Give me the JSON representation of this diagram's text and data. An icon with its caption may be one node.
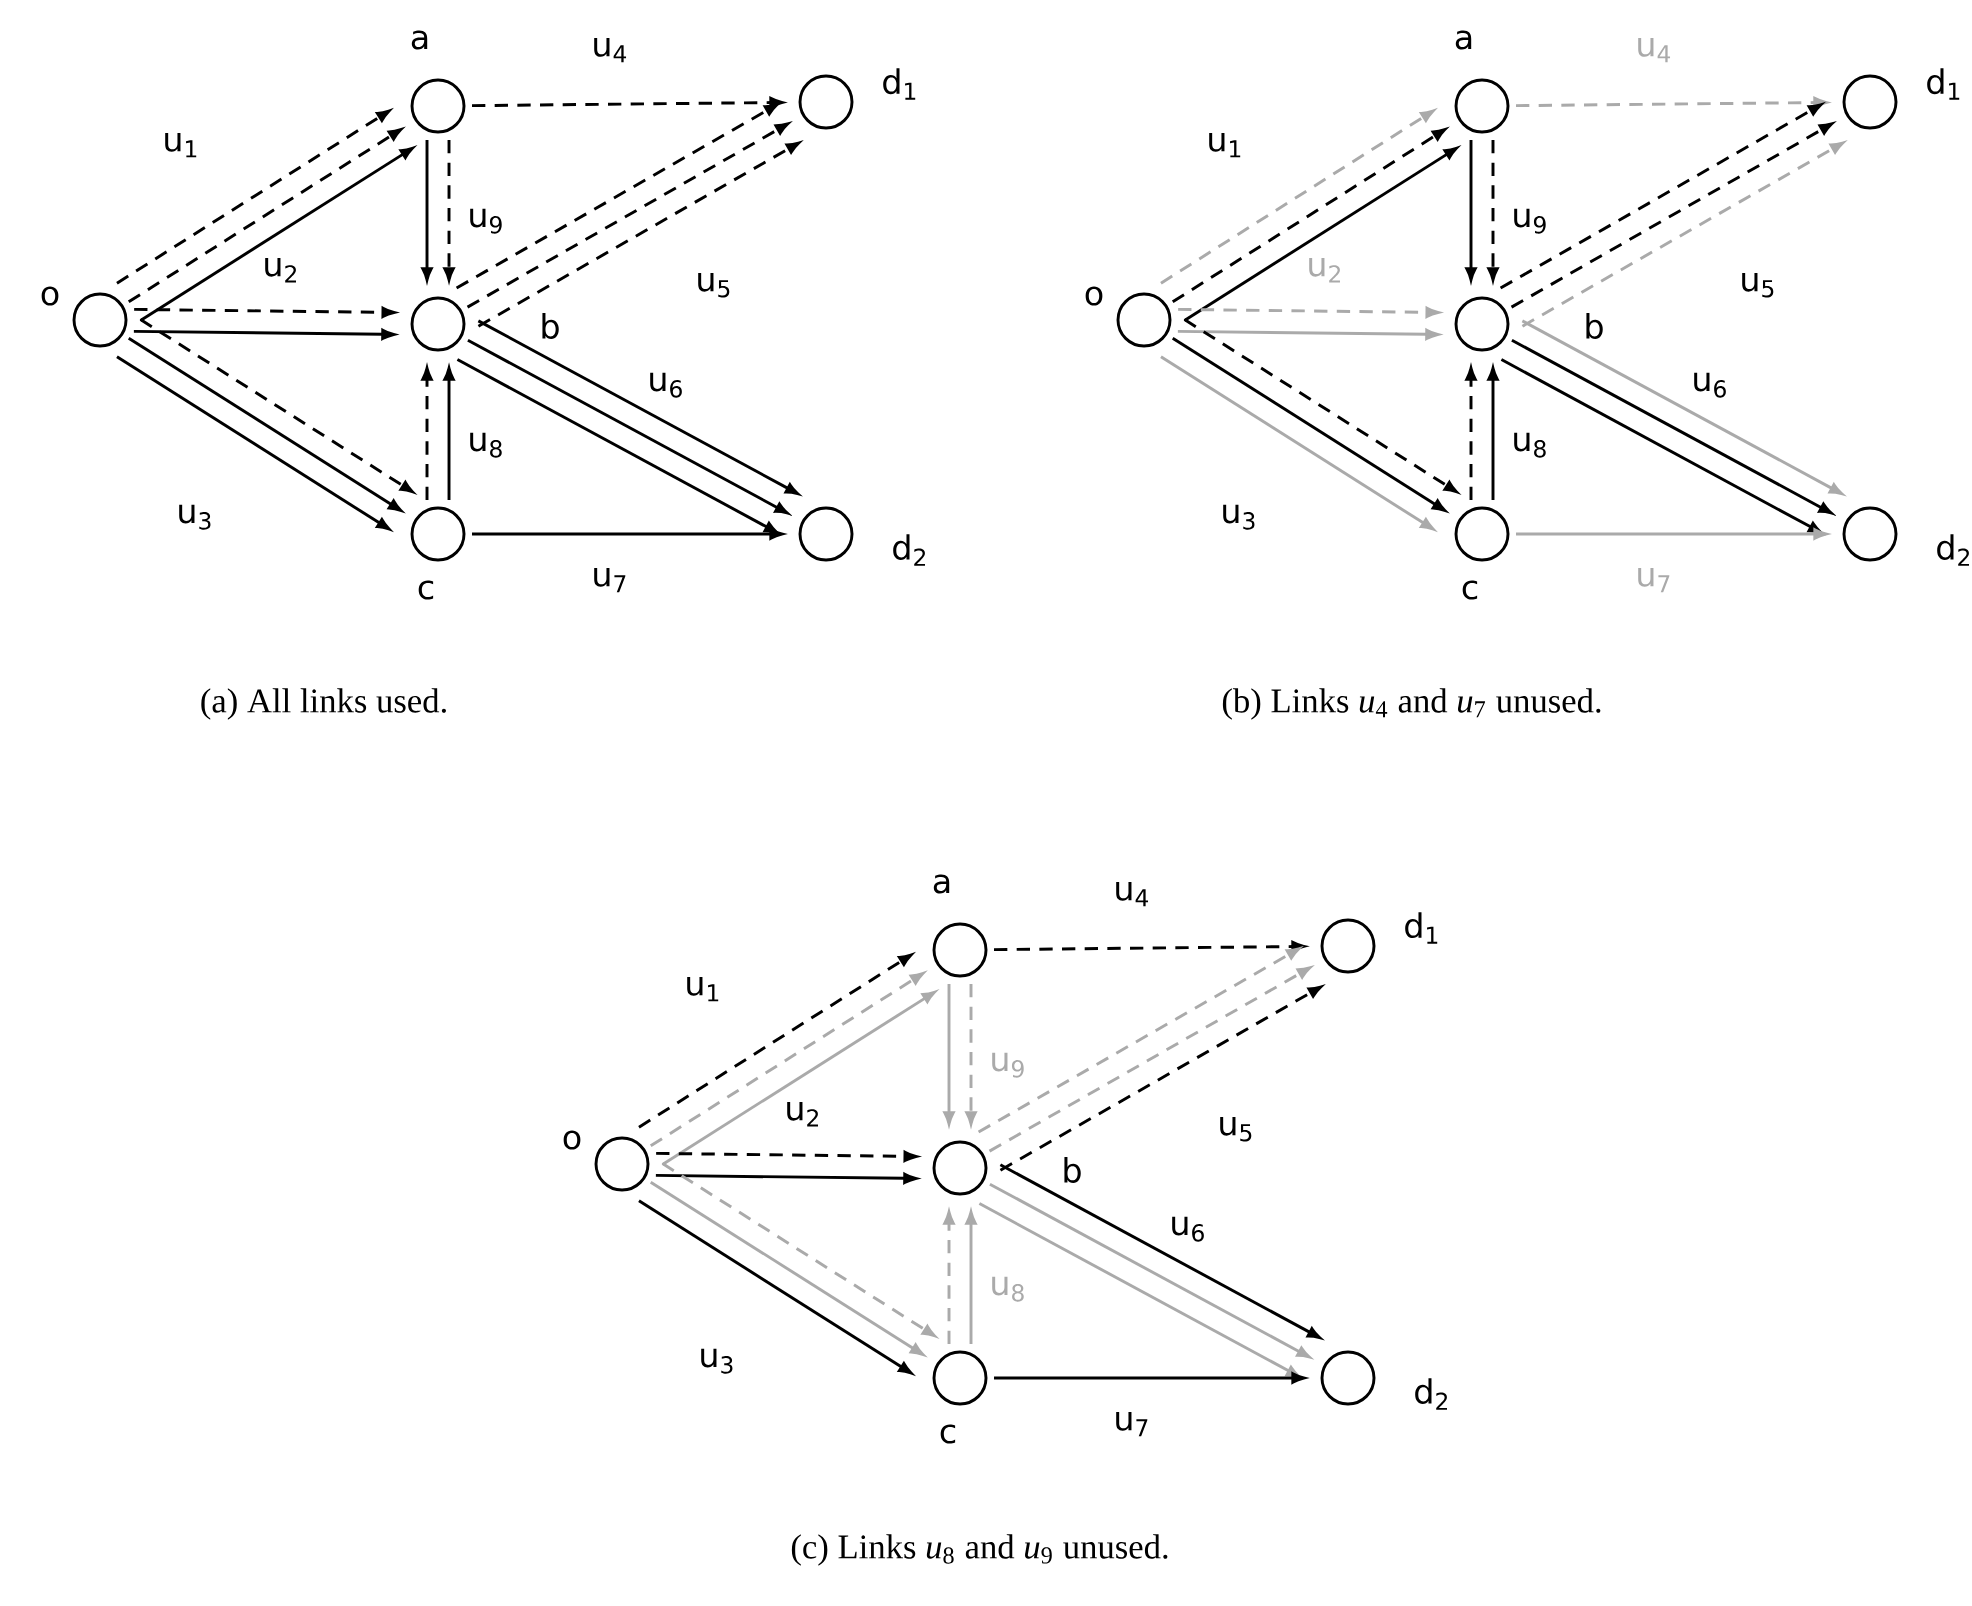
{
  "diagram": {
    "nodes": [
      {
        "text": [],
        "shape": "circle",
        "beside": [
          "o"
        ]
      },
      {
        "text": [],
        "shape": "circle",
        "beside": [
          "a"
        ]
      },
      {
        "text": [],
        "shape": "circle",
        "beside": [
          "b"
        ]
      },
      {
        "text": [],
        "shape": "circle",
        "beside": [
          "c"
        ]
      },
      {
        "text": [],
        "shape": "circle",
        "beside": [
          "d$_{1}$"
        ]
      },
      {
        "text": [],
        "shape": "circle",
        "beside": [
          "d$_{2}$"
        ]
      },
      {
        "text": [],
        "shape": "circle",
        "beside": [
          "o"
        ]
      },
      {
        "text": [],
        "shape": "circle",
        "beside": [
          "a"
        ]
      },
      {
        "text": [],
        "shape": "circle",
        "beside": [
          "b"
        ]
      },
      {
        "text": [],
        "shape": "circle",
        "beside": [
          "c"
        ]
      },
      {
        "text": [],
        "shape": "circle",
        "beside": [
          "d$_{1}$"
        ]
      },
      {
        "text": [],
        "shape": "circle",
        "beside": [
          "d$_{2}$"
        ]
      },
      {
        "text": [],
        "shape": "circle",
        "beside": [
          "o"
        ]
      },
      {
        "text": [],
        "shape": "circle",
        "beside": [
          "a"
        ]
      },
      {
        "text": [],
        "shape": "circle",
        "beside": [
          "b"
        ]
      },
      {
        "text": [],
        "shape": "circle",
        "beside": [
          "c"
        ]
      },
      {
        "text": [],
        "shape": "circle",
        "beside": [
          "d$_{1}$"
        ]
      },
      {
        "text": [],
        "shape": "circle",
        "beside": [
          "d$_{2}$"
        ]
      }
    ],
    "edges": [
      {
        "from": 0,
        "to": 1,
        "arrow": "to",
        "style": "dashed",
        "label": "u$_{1}$"
      },
      {
        "from": 0,
        "to": 1,
        "arrow": "to",
        "style": "dashed"
      },
      {
        "from": 0,
        "to": 1,
        "arrow": "to"
      },
      {
        "from": 0,
        "to": 2,
        "arrow": "to",
        "style": "dashed",
        "label": "u$_{2}$"
      },
      {
        "from": 0,
        "to": 2,
        "arrow": "to"
      },
      {
        "from": 0,
        "to": 3,
        "arrow": "to",
        "style": "dashed"
      },
      {
        "from": 0,
        "to": 3,
        "arrow": "to"
      },
      {
        "from": 0,
        "to": 3,
        "arrow": "to",
        "label": "u$_{3}$"
      },
      {
        "from": 1,
        "to": 4,
        "arrow": "to",
        "style": "dashed",
        "label": "u$_{4}$"
      },
      {
        "from": 2,
        "to": 4,
        "arrow": "to",
        "style": "dashed"
      },
      {
        "from": 2,
        "to": 4,
        "arrow": "to",
        "style": "dashed"
      },
      {
        "from": 2,
        "to": 4,
        "arrow": "to",
        "style": "dashed",
        "label": "u$_{5}$"
      },
      {
        "from": 2,
        "to": 5,
        "arrow": "to",
        "label": "u$_{6}$"
      },
      {
        "from": 2,
        "to": 5,
        "arrow": "to"
      },
      {
        "from": 2,
        "to": 5,
        "arrow": "to"
      },
      {
        "from": 3,
        "to": 5,
        "arrow": "to",
        "label": "u$_{7}$"
      },
      {
        "from": 3,
        "to": 2,
        "arrow": "to",
        "style": "dashed"
      },
      {
        "from": 3,
        "to": 2,
        "arrow": "to",
        "label": "u$_{8}$"
      },
      {
        "from": 1,
        "to": 2,
        "arrow": "to",
        "style": "dashed",
        "label": "u$_{9}$"
      },
      {
        "from": 1,
        "to": 2,
        "arrow": "to"
      },
      {
        "from": 6,
        "to": 7,
        "arrow": "to",
        "style": "dashed",
        "color": "#aaaaaa",
        "label": "u$_{1}$"
      },
      {
        "from": 6,
        "to": 7,
        "arrow": "to",
        "style": "dashed"
      },
      {
        "from": 6,
        "to": 7,
        "arrow": "to"
      },
      {
        "from": 6,
        "to": 8,
        "arrow": "to",
        "style": "dashed",
        "color": "#aaaaaa",
        "label": "u$_{2}$"
      },
      {
        "from": 6,
        "to": 8,
        "arrow": "to",
        "color": "#aaaaaa"
      },
      {
        "from": 6,
        "to": 9,
        "arrow": "to",
        "style": "dashed"
      },
      {
        "from": 6,
        "to": 9,
        "arrow": "to"
      },
      {
        "from": 6,
        "to": 9,
        "arrow": "to",
        "color": "#aaaaaa",
        "label": "u$_{3}$"
      },
      {
        "from": 7,
        "to": 10,
        "arrow": "to",
        "style": "dashed",
        "color": "#aaaaaa",
        "label": "u$_{4}$"
      },
      {
        "from": 8,
        "to": 10,
        "arrow": "to",
        "style": "dashed"
      },
      {
        "from": 8,
        "to": 10,
        "arrow": "to",
        "style": "dashed"
      },
      {
        "from": 8,
        "to": 10,
        "arrow": "to",
        "style": "dashed",
        "color": "#aaaaaa",
        "label": "u$_{5}$"
      },
      {
        "from": 8,
        "to": 11,
        "arrow": "to",
        "color": "#aaaaaa",
        "label": "u$_{6}$"
      },
      {
        "from": 8,
        "to": 11,
        "arrow": "to"
      },
      {
        "from": 8,
        "to": 11,
        "arrow": "to"
      },
      {
        "from": 9,
        "to": 11,
        "arrow": "to",
        "color": "#aaaaaa",
        "label": "u$_{7}$"
      },
      {
        "from": 9,
        "to": 8,
        "arrow": "to",
        "style": "dashed"
      },
      {
        "from": 9,
        "to": 8,
        "arrow": "to",
        "label": "u$_{8}$"
      },
      {
        "from": 7,
        "to": 8,
        "arrow": "to",
        "style": "dashed",
        "label": "u$_{9}$"
      },
      {
        "from": 7,
        "to": 8,
        "arrow": "to"
      },
      {
        "from": 12,
        "to": 13,
        "arrow": "to",
        "style": "dashed",
        "label": "u$_{1}$"
      },
      {
        "from": 12,
        "to": 13,
        "arrow": "to",
        "style": "dashed",
        "color": "#aaaaaa"
      },
      {
        "from": 12,
        "to": 13,
        "arrow": "to",
        "color": "#aaaaaa"
      },
      {
        "from": 12,
        "to": 14,
        "arrow": "to",
        "style": "dashed",
        "label": "u$_{2}$"
      },
      {
        "from": 12,
        "to": 14,
        "arrow": "to"
      },
      {
        "from": 12,
        "to": 15,
        "arrow": "to",
        "style": "dashed",
        "color": "#aaaaaa"
      },
      {
        "from": 12,
        "to": 15,
        "arrow": "to",
        "color": "#aaaaaa"
      },
      {
        "from": 12,
        "to": 15,
        "arrow": "to",
        "label": "u$_{3}$"
      },
      {
        "from": 13,
        "to": 16,
        "arrow": "to",
        "style": "dashed",
        "label": "u$_{4}$"
      },
      {
        "from": 14,
        "to": 16,
        "arrow": "to",
        "style": "dashed",
        "color": "#aaaaaa"
      },
      {
        "from": 14,
        "to": 16,
        "arrow": "to",
        "style": "dashed",
        "color": "#aaaaaa"
      },
      {
        "from": 14,
        "to": 16,
        "arrow": "to",
        "style": "dashed",
        "label": "u$_{5}$"
      },
      {
        "from": 14,
        "to": 17,
        "arrow": "to",
        "label": "u$_{6}$"
      },
      {
        "from": 14,
        "to": 17,
        "arrow": "to",
        "color": "#aaaaaa"
      },
      {
        "from": 14,
        "to": 17,
        "arrow": "to",
        "color": "#aaaaaa"
      },
      {
        "from": 15,
        "to": 17,
        "arrow": "to",
        "label": "u$_{7}$"
      },
      {
        "from": 15,
        "to": 14,
        "arrow": "to",
        "style": "dashed",
        "color": "#aaaaaa"
      },
      {
        "from": 15,
        "to": 14,
        "arrow": "to",
        "color": "#aaaaaa",
        "label": "u$_{8}$"
      },
      {
        "from": 13,
        "to": 14,
        "arrow": "to",
        "style": "dashed",
        "color": "#aaaaaa",
        "label": "u$_{9}$"
      },
      {
        "from": 13,
        "to": 14,
        "arrow": "to",
        "color": "#aaaaaa"
      }
    ],
    "labels": [
      "(a) All links used.",
      "(b) Links *u*$_{4}$ and *u*$_{7}$ unused.",
      "(c) Links *u*$_{8}$ and *u*$_{9}$ unused."
    ]
  }
}
